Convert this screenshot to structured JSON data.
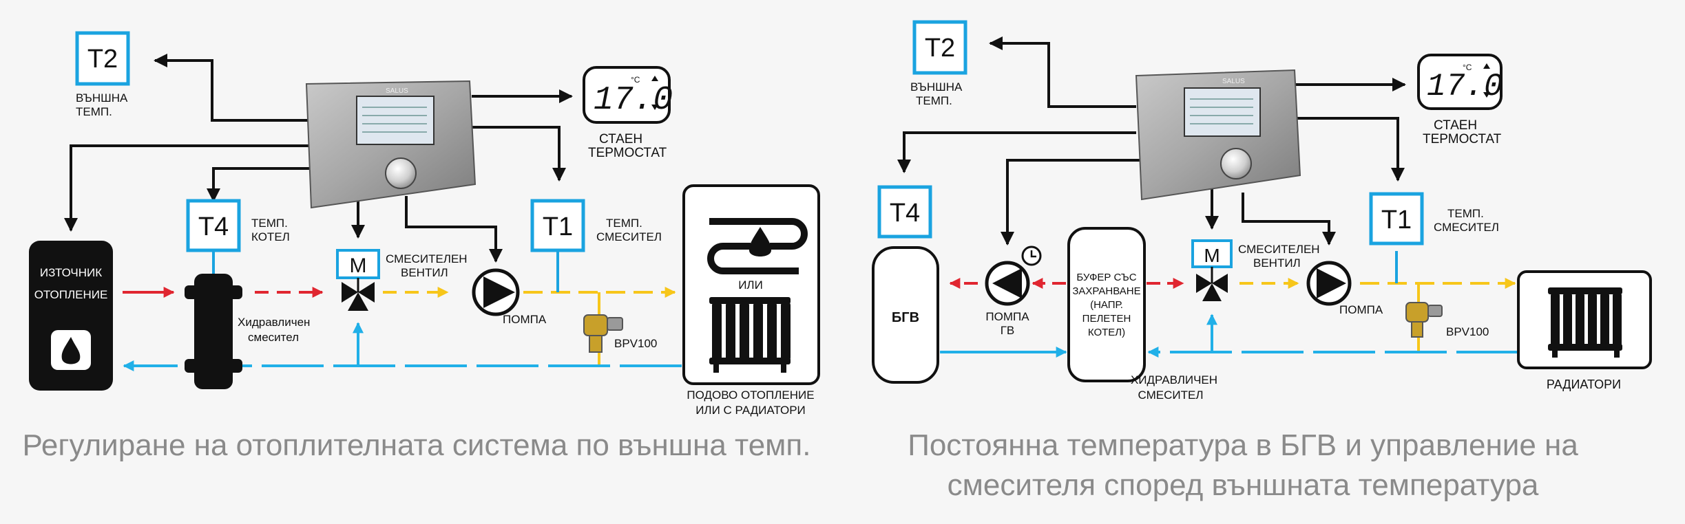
{
  "left_diagram": {
    "title": "Регулиране на отоплителната система по външна темп.",
    "controller_brand": "SALUS",
    "t2_label": "T2",
    "t2_caption_1": "ВЪНШНА",
    "t2_caption_2": "ТЕМП.",
    "thermostat_value": "17.0",
    "thermostat_unit": "°C",
    "thermostat_caption_1": "СТАЕН",
    "thermostat_caption_2": "ТЕРМОСТАТ",
    "heat_source_1": "ИЗТОЧНИК",
    "heat_source_2": "ОТОПЛЕНИЕ",
    "t4_label": "T4",
    "t4_caption_1": "ТЕМП.",
    "t4_caption_2": "КОТЕЛ",
    "valve_label": "M",
    "valve_caption_1": "СМЕСИТЕЛЕН",
    "valve_caption_2": "ВЕНТИЛ",
    "t1_label": "T1",
    "t1_caption_1": "ТЕМП.",
    "t1_caption_2": "СМЕСИТЕЛ",
    "pump_caption": "ПОМПА",
    "bpv_caption": "BPV100",
    "hydraulic_1": "Хидравличен",
    "hydraulic_2": "смесител",
    "or_label": "ИЛИ",
    "load_caption_1": "ПОДОВО ОТОПЛЕНИЕ",
    "load_caption_2": "ИЛИ С РАДИАТОРИ"
  },
  "right_diagram": {
    "title_1": "Постоянна температура в БГВ и управление на",
    "title_2": "смесителя според външната температура",
    "controller_brand": "SALUS",
    "t2_label": "T2",
    "t2_caption_1": "ВЪНШНА",
    "t2_caption_2": "ТЕМП.",
    "thermostat_value": "17.0",
    "thermostat_unit": "°C",
    "thermostat_caption_1": "СТАЕН",
    "thermostat_caption_2": "ТЕРМОСТАТ",
    "t4_label": "T4",
    "tank_label": "БГВ",
    "pump_gv_1": "ПОМПА",
    "pump_gv_2": "ГВ",
    "buffer_1": "БУФЕР СЪС",
    "buffer_2": "ЗАХРАНВАНЕ",
    "buffer_3": "(НАПР.",
    "buffer_4": "ПЕЛЕТЕН",
    "buffer_5": "КОТЕЛ)",
    "valve_label": "M",
    "valve_caption_1": "СМЕСИТЕЛЕН",
    "valve_caption_2": "ВЕНТИЛ",
    "t1_label": "T1",
    "t1_caption_1": "ТЕМП.",
    "t1_caption_2": "СМЕСИТЕЛ",
    "pump_caption": "ПОМПА",
    "bpv_caption": "BPV100",
    "hydraulic_1": "ХИДРАВЛИЧЕН",
    "hydraulic_2": "СМЕСИТЕЛ",
    "radiators_caption": "РАДИАТОРИ"
  },
  "colors": {
    "sensor_blue": "#1aa3e0",
    "hot_red": "#e02630",
    "supply_yellow": "#f7c61a",
    "return_blue": "#21b0e8",
    "line_black": "#111111",
    "title_gray": "#8a8a8a"
  }
}
